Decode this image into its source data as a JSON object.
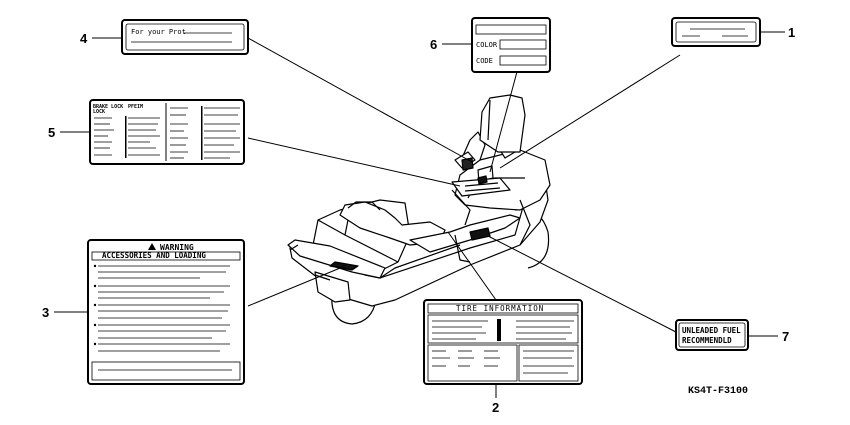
{
  "callouts": {
    "c1": "1",
    "c2": "2",
    "c3": "3",
    "c4": "4",
    "c5": "5",
    "c6": "6",
    "c7": "7"
  },
  "labels": {
    "label4": {
      "text": "For your Prot"
    },
    "label6": {
      "color": "COLOR",
      "code": "CODE"
    },
    "label5": {
      "header": "BRAKE LOCK",
      "header2": "LOCK",
      "header3": "PFEIM"
    },
    "label3": {
      "title": "WARNING",
      "subtitle": "ACCESSORIES AND LOADING"
    },
    "label2": {
      "title": "TIRE INFORMATION"
    },
    "label7": {
      "line1": "UNLEADED FUEL",
      "line2": "RECOMMENDLD"
    }
  },
  "part_code": "KS4T-F3100"
}
